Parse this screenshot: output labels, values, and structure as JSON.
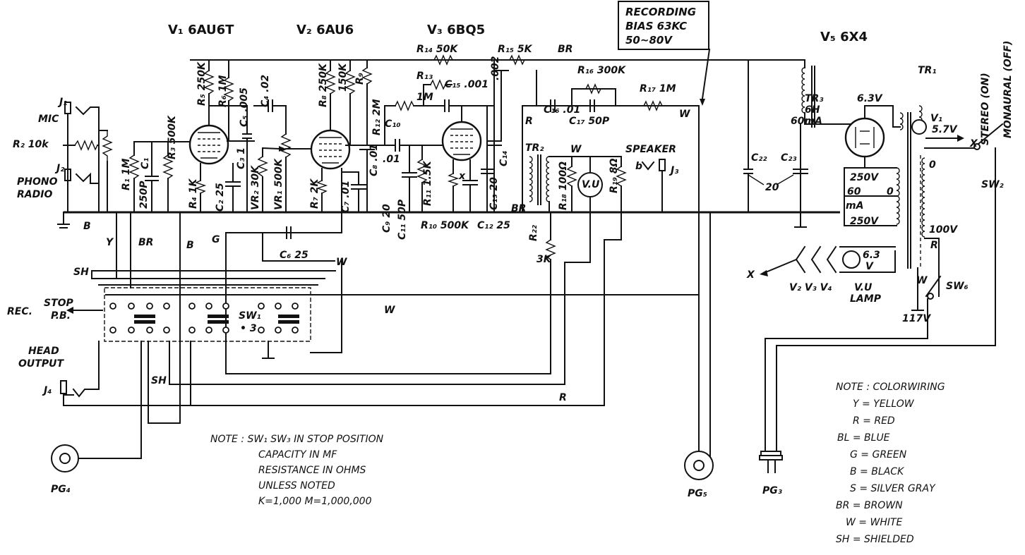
{
  "tubes": {
    "v1": "V₁ 6AU6T",
    "v2": "V₂ 6AU6",
    "v3": "V₃ 6BQ5",
    "v5": "V₅ 6X4"
  },
  "bias_box": [
    "RECORDING",
    "BIAS 63KC",
    "50~80V"
  ],
  "left": {
    "j1": "J₁",
    "mic": "MIC",
    "r2": "R₂ 10k",
    "j2": "J₂",
    "phono": "PHONO",
    "radio": "RADIO",
    "r1": "R₁ 1M",
    "c1": "C₁",
    "c1v": "250P",
    "r3": "R₃ 500K",
    "b": "B",
    "y": "Y",
    "br": "BR",
    "b2": "B",
    "g": "G"
  },
  "v1_stage": {
    "r5": "R₅ 250K",
    "r6": "R₆ 1M",
    "c5": "C₅ .005",
    "c4": "C₄ .02",
    "c3": "C₃ 1",
    "r4": "R₄ 1K",
    "c2": "C₂ 25",
    "vr2": "VR₂ 30K",
    "vr1": "VR₁ 500K"
  },
  "v2_stage": {
    "r8": "R₈ 250K",
    "r150": "150K",
    "r9": "R₉",
    "r7": "R₇ 2K",
    "c7": "C₇ .01",
    "c8": "C₈ .01",
    "c6": "C₆ 25",
    "w": "W"
  },
  "v3_stage": {
    "r12": "R₁₂ 2M",
    "r13": "R₁₃",
    "m1": "1M",
    "c15": "C₁₅ .001",
    "c14v": ".002",
    "c14": "C₁₄",
    "c10": "C₁₀",
    "c10v": ".01",
    "c9": "C₉ 20",
    "c11": "C₁₁ 50P",
    "r10": "R₁₀ 500K",
    "r11": "R₁₁ 1.5K",
    "x": "x",
    "c12": "C₁₂ 25",
    "c13": "C₁₃ 20"
  },
  "top": {
    "r14": "R₁₄ 50K",
    "r15": "R₁₅ 5K",
    "br": "BR"
  },
  "output": {
    "c16": "C₁₆ .01",
    "r16": "R₁₆ 300K",
    "r17": "R₁₇ 1M",
    "c17": "C₁₇ 50P",
    "r": "R",
    "w": "W",
    "tr2": "TR₂",
    "br": "BR",
    "w2": "W",
    "speaker": "SPEAKER",
    "b": "b",
    "j3": "J₃",
    "r18": "R₁₈ 100Ω",
    "vu": "V.U",
    "r19": "R₁₉ 8Ω",
    "r22": "R₂₂",
    "r22v": "3K"
  },
  "power": {
    "tr3": "TR₃",
    "tr3h": "6H",
    "tr3ma": "60mA",
    "c22": "C₂₂",
    "c23": "C₂₃",
    "cv": "20",
    "v63": "6.3V",
    "v250": "250V",
    "ma60": "60",
    "ma": "mA",
    "v250b": "250V",
    "zero": "0",
    "tr1": "TR₁",
    "v1lamp": "V₁",
    "v57": "5.7V",
    "x": "X",
    "zero2": "0",
    "v100": "100V",
    "r": "R",
    "w": "W",
    "v117": "117V",
    "sw2": "SW₂",
    "sw6": "SW₆",
    "stereo": "STEREO (ON)",
    "mono": "MONAURAL (OFF)",
    "heaters": "V₂ V₃ V₄",
    "vulamp1": "V.U",
    "vulamp2": "LAMP",
    "lamp63": "6.3",
    "lampv": "V",
    "xarrow": "X"
  },
  "switch": {
    "sh": "SH",
    "rec": "REC.",
    "stop": "STOP",
    "pb": "P.B.",
    "sw1": "SW₁",
    "sw3": "• 3",
    "w": "W",
    "head": "HEAD",
    "out": "OUTPUT",
    "sh2": "SH",
    "j4": "J₄",
    "r": "R"
  },
  "plugs": {
    "pg4": "PG₄",
    "pg5": "PG₅",
    "pg3": "PG₃"
  },
  "note_left": [
    "NOTE : SW₁ SW₃ IN STOP POSITION",
    "CAPACITY IN MF",
    "RESISTANCE IN OHMS",
    "UNLESS NOTED",
    "K=1,000  M=1,000,000"
  ],
  "note_color": [
    "NOTE : COLORWIRING",
    "Y = YELLOW",
    "R = RED",
    "BL = BLUE",
    "G = GREEN",
    "B = BLACK",
    "S = SILVER GRAY",
    "BR = BROWN",
    "W = WHITE",
    "SH = SHIELDED"
  ]
}
